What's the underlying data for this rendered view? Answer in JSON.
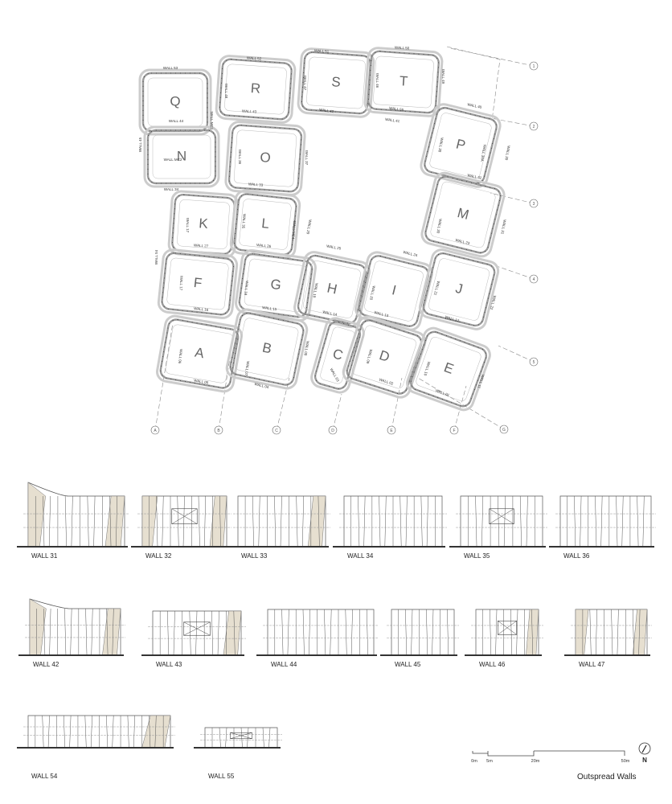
{
  "title": "Outspread Walls",
  "north_label": "N",
  "scale_bar": {
    "ticks": [
      "0m",
      "5m",
      "20m",
      "50m"
    ]
  },
  "colors": {
    "wall_fill": "#9a9a9a",
    "wall_outline": "#222222",
    "panel_shade": "#e6dfd0",
    "ground": "#333333"
  },
  "plan": {
    "rooms": [
      "Q",
      "R",
      "S",
      "T",
      "N",
      "O",
      "P",
      "K",
      "L",
      "M",
      "F",
      "G",
      "H",
      "I",
      "J",
      "A",
      "B",
      "C",
      "D",
      "E"
    ],
    "wall_labels": [
      "WALL 53",
      "WALL 52",
      "WALL 51",
      "WALL 50",
      "WALL 43",
      "WALL 42",
      "WALL 55",
      "WALL 41",
      "WALL 40",
      "WALL 44",
      "WALL MC2",
      "WALL 34",
      "WALL 33",
      "WALL 32",
      "WALL 23",
      "WALL 45",
      "WALL 48",
      "WALL MC1",
      "WALL 47",
      "WALL 46",
      "WALL 49",
      "WALL 36",
      "WALL 37",
      "WALL 38",
      "WALL 39A",
      "WALL 39",
      "WALL 30",
      "WALL 31",
      "WALL 35",
      "WALL MC4",
      "WALL 29",
      "WALL 17",
      "WALL 27",
      "WALL 26",
      "WALL 25",
      "WALL 24",
      "WALL 54",
      "WALL 17",
      "WALL 16",
      "WALL 18",
      "WALL 15",
      "WALL 19",
      "WALL 14",
      "WALL 20",
      "WALL 13",
      "WALL 21",
      "WALL 22",
      "WALL 12",
      "WALL 06",
      "WALL 05",
      "WALL 07",
      "WALL 04",
      "WALL 08",
      "WALL 03",
      "WALL 09",
      "WALL 02",
      "WALL 10",
      "WALL 01",
      "WALL 11"
    ],
    "grid_bottom": [
      "A",
      "B",
      "C",
      "D",
      "E",
      "F",
      "G"
    ],
    "grid_right": [
      "1",
      "2",
      "3",
      "4",
      "5"
    ]
  },
  "elevations": [
    {
      "label": "WALL 31"
    },
    {
      "label": "WALL 32"
    },
    {
      "label": "WALL 33"
    },
    {
      "label": "WALL 34"
    },
    {
      "label": "WALL 35"
    },
    {
      "label": "WALL 36"
    },
    {
      "label": "WALL 42"
    },
    {
      "label": "WALL 43"
    },
    {
      "label": "WALL 44"
    },
    {
      "label": "WALL 45"
    },
    {
      "label": "WALL 46"
    },
    {
      "label": "WALL 47"
    },
    {
      "label": "WALL 54"
    },
    {
      "label": "WALL 55"
    }
  ]
}
